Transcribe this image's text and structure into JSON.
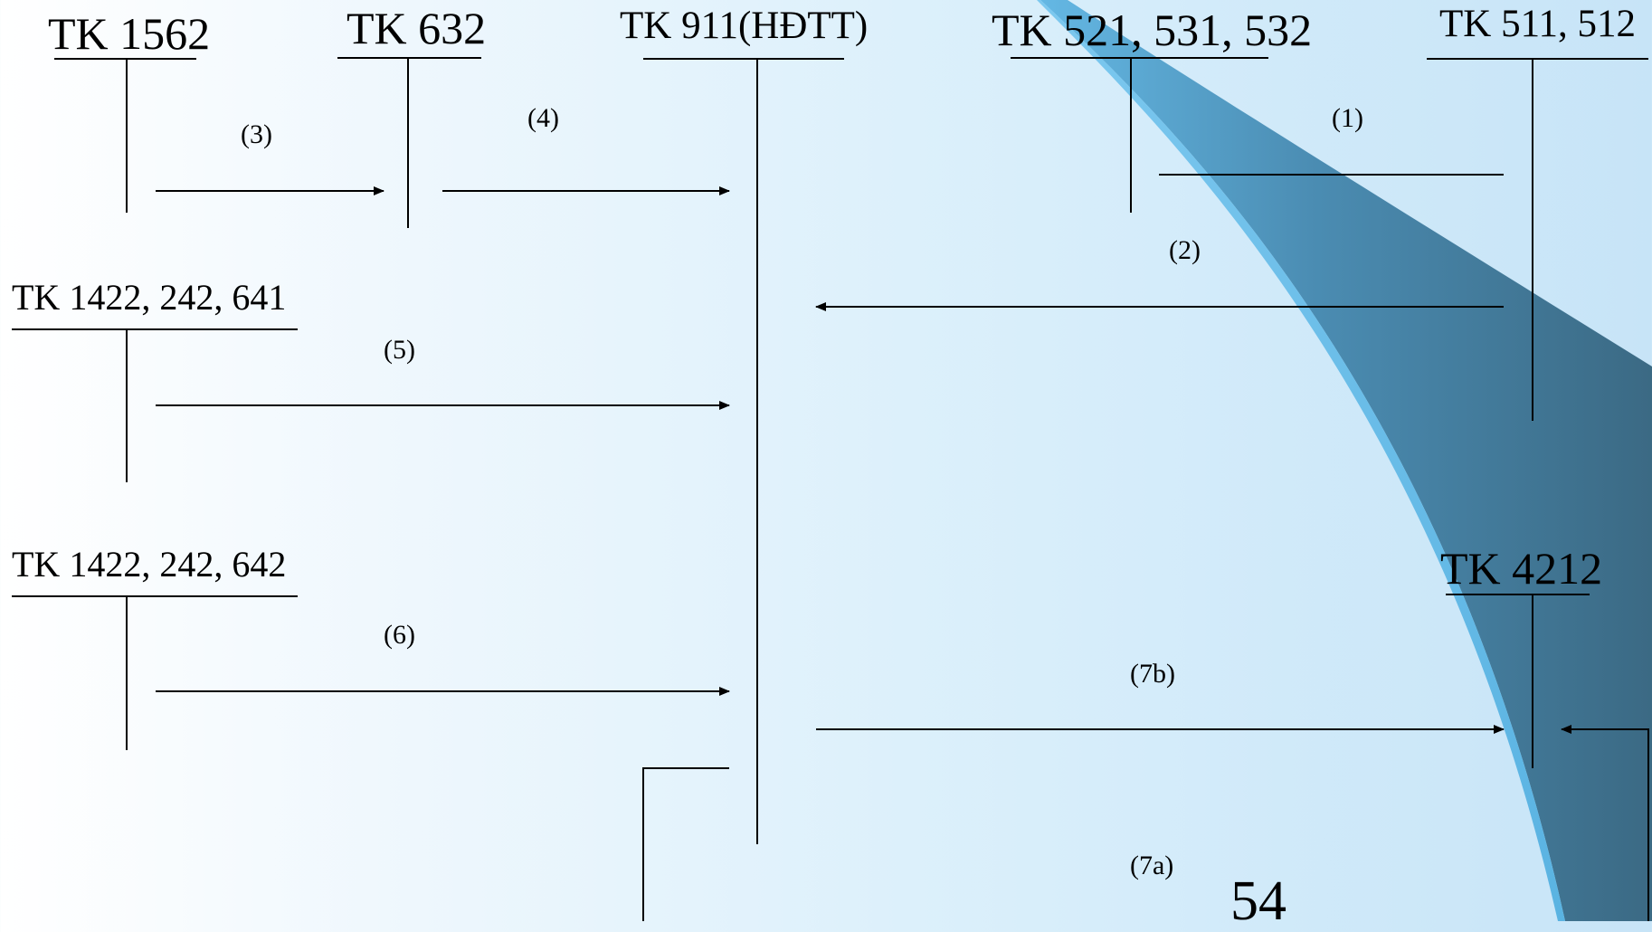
{
  "colors": {
    "background_light": "#ffffff",
    "background_blue": "#c7e4f7",
    "ribbon_light": "#5ab3e2",
    "ribbon_dark": "#2f5f7a",
    "line": "#000000"
  },
  "accounts": {
    "tk1562": "TK 1562",
    "tk632": "TK 632",
    "tk911": "TK 911(HĐTT)",
    "tk521": "TK 521, 531, 532",
    "tk511": "TK 511, 512",
    "tk1422_641": "TK 1422, 242, 641",
    "tk1422_642": "TK 1422, 242, 642",
    "tk4212": "TK 4212"
  },
  "steps": {
    "s1": "(1)",
    "s2": "(2)",
    "s3": "(3)",
    "s4": "(4)",
    "s5": "(5)",
    "s6": "(6)",
    "s7a": "(7a)",
    "s7b": "(7b)"
  },
  "page_number": "54"
}
